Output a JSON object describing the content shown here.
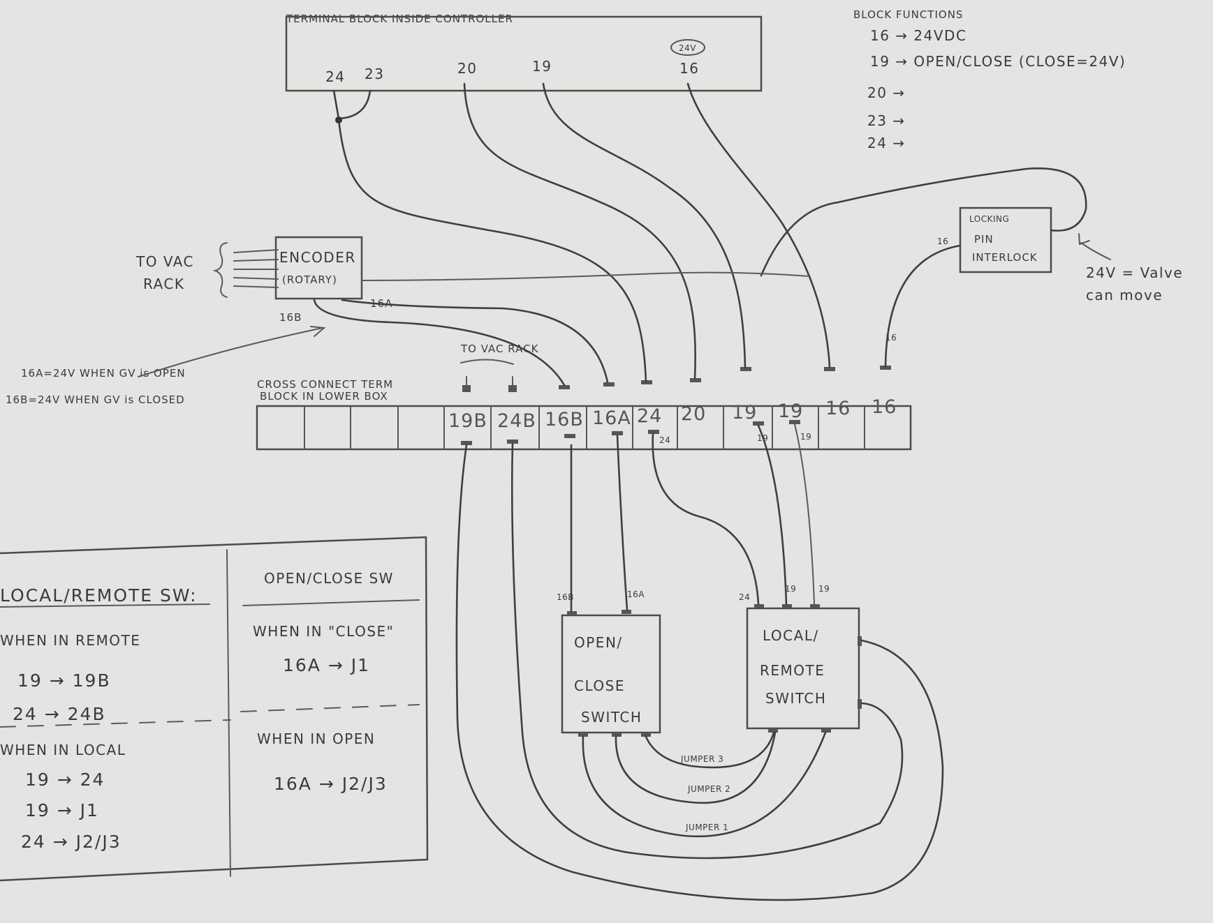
{
  "controller_block": {
    "title": "TERMINAL BLOCK INSIDE CONTROLLER",
    "badge": "24V",
    "terminals": [
      "24",
      "23",
      "20",
      "19",
      "16"
    ]
  },
  "block_functions": {
    "title": "BLOCK FUNCTIONS",
    "lines": [
      "16 → 24VDC",
      "19 → OPEN/CLOSE (CLOSE=24V)",
      "20 →",
      "23 →",
      "24 →"
    ]
  },
  "encoder": {
    "label_line1": "ENCODER",
    "label_line2": "(ROTARY)",
    "side_label_line1": "TO VAC",
    "side_label_line2": "RACK",
    "out_a": "16A",
    "out_b": "16B"
  },
  "gv_note": {
    "line1": "16A=24V WHEN GV is OPEN",
    "line2": "16B=24V WHEN GV is CLOSED"
  },
  "cross_connect": {
    "title_line1": "CROSS CONNECT TERM",
    "title_line2": "BLOCK IN LOWER BOX",
    "to_vac_rack": "TO VAC RACK",
    "terminals": [
      "19B",
      "24B",
      "16B",
      "16A",
      "24",
      "20",
      "19",
      "19",
      "16",
      "16"
    ],
    "under_labels": [
      "24",
      "19",
      "19"
    ]
  },
  "locking_pin": {
    "line1": "LOCKING",
    "line2": "PIN",
    "line3": "INTERLOCK",
    "wire_label": "16",
    "wire_label_2": "16",
    "note_line1": "24V = Valve",
    "note_line2": "can move"
  },
  "open_close_switch": {
    "line1": "OPEN/",
    "line2": "CLOSE",
    "line3": "SWITCH",
    "in_left": "16B",
    "in_right": "16A"
  },
  "local_remote_switch": {
    "line1": "LOCAL/",
    "line2": "REMOTE",
    "line3": "SWITCH",
    "in_1": "24",
    "in_2": "19",
    "in_3": "19"
  },
  "jumpers": [
    "JUMPER 3",
    "JUMPER 2",
    "JUMPER 1"
  ],
  "legend_local_remote": {
    "title": "LOCAL/REMOTE SW:",
    "remote_header": "WHEN IN REMOTE",
    "remote_lines": [
      "19 → 19B",
      "24 → 24B"
    ],
    "local_header": "WHEN IN LOCAL",
    "local_lines": [
      "19 → 24",
      "19 → J1",
      "24 → J2/J3"
    ]
  },
  "legend_open_close": {
    "title": "OPEN/CLOSE SW",
    "close_header": "WHEN IN \"CLOSE\"",
    "close_line": "16A → J1",
    "open_header": "WHEN IN OPEN",
    "open_line": "16A → J2/J3"
  }
}
